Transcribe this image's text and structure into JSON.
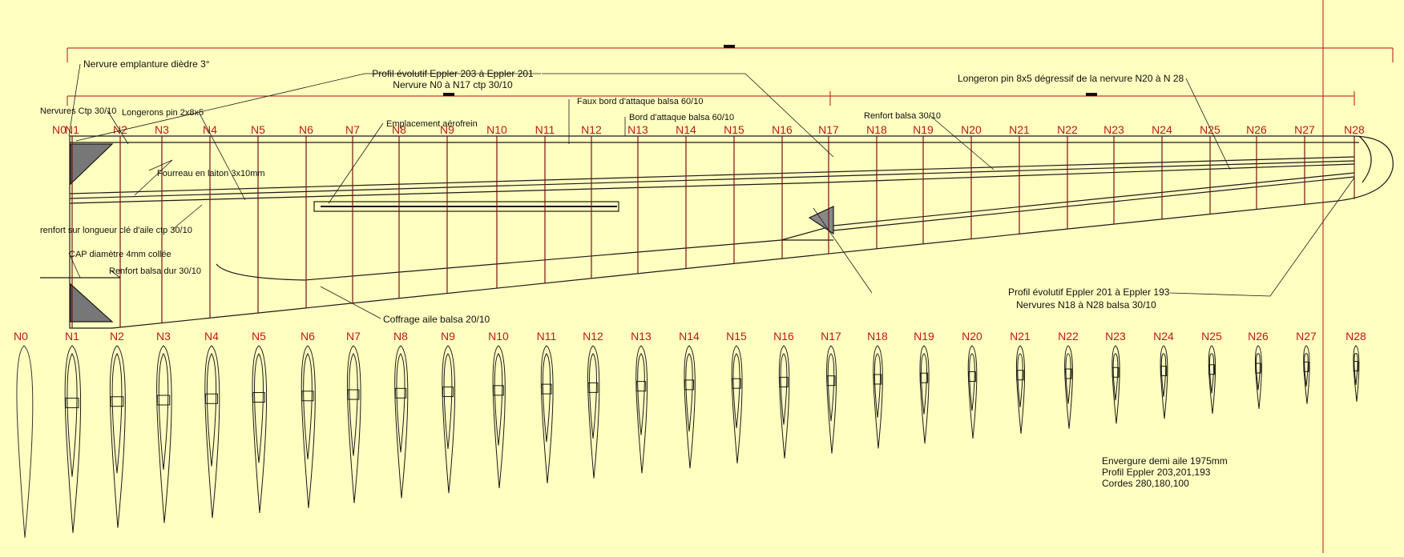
{
  "ribs": [
    "N0",
    "N1",
    "N2",
    "N3",
    "N4",
    "N5",
    "N6",
    "N7",
    "N8",
    "N9",
    "N10",
    "N11",
    "N12",
    "N13",
    "N14",
    "N15",
    "N16",
    "N17",
    "N18",
    "N19",
    "N20",
    "N21",
    "N22",
    "N23",
    "N24",
    "N25",
    "N26",
    "N27",
    "N28"
  ],
  "callouts": {
    "nervure_emplanture": "Nervure emplanture dièdre 3°",
    "profil_1a": "Profil évolutif Eppler 203 à Eppler 201",
    "profil_1b": "Nervure N0 à N17 ctp 30/10",
    "longeron_pin": "Longeron pin 8x5 dégressif de la nervure N20 à N 28",
    "faux_bord": "Faux bord d'attaque balsa 60/10",
    "bord_attaque": "Bord d'attaque balsa 60/10",
    "nervures_ctp": "Nervures Ctp 30/10",
    "longerons_pin": "Longerons pin 2x8x5",
    "aerofrein": "Emplacement aérofrein",
    "renfort_balsa": "Renfort balsa 30/10",
    "fourreau": "Fourreau en laiton 3x10mm",
    "renfort_longueur": "renfort sur longueur clé d'aile ctp 30/10",
    "cap": "CAP diamètre 4mm collée",
    "renfort_dur": "Renfort balsa dur 30/10",
    "coffrage": "Coffrage aile balsa 20/10",
    "profil_2a": "Profil évolutif Eppler 201 à Eppler 193",
    "profil_2b": "Nervures N18 à N28  balsa 30/10"
  },
  "specs": {
    "envergure": "Envergure demi aile 1975mm",
    "profil": "Profil Eppler 203,201,193",
    "cordes": "Cordes 280,180,100"
  },
  "colors": {
    "background": "#ffffc0",
    "line": "#1a1a1a",
    "label": "#c01818",
    "guide": "#b01010"
  }
}
